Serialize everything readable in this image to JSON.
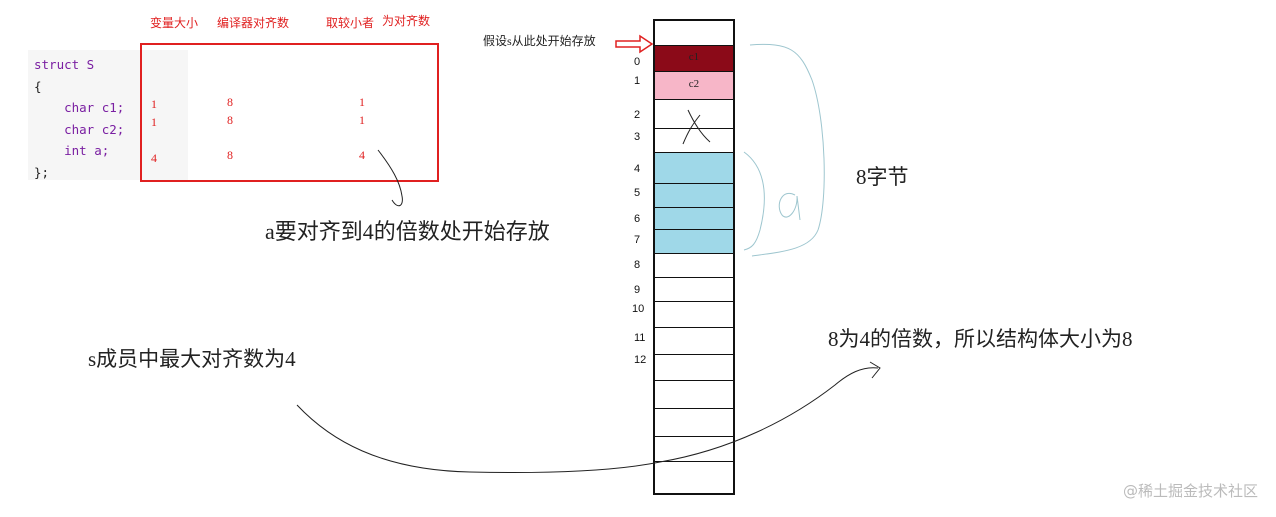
{
  "code": {
    "lines": [
      "struct S",
      "{",
      "    char c1;",
      "    char c2;",
      "    int a;",
      "};"
    ]
  },
  "table": {
    "headers": [
      "变量大小",
      "编译器对齐数",
      "取较小者",
      "为对齐数"
    ],
    "rows": [
      {
        "size": "1",
        "compiler": "8",
        "min": "1"
      },
      {
        "size": "1",
        "compiler": "8",
        "min": "1"
      },
      {
        "size": "4",
        "compiler": "8",
        "min": "4"
      }
    ]
  },
  "notes": {
    "start_hint": "假设s从此处开始存放",
    "align_note": "a要对齐到4的倍数处开始存放",
    "max_align_note": "s成员中最大对齐数为4",
    "size_note": "8为4的倍数，所以结构体大小为8",
    "bytes_label": "8字节",
    "a_label": "a"
  },
  "memory": {
    "indices": [
      "0",
      "1",
      "2",
      "3",
      "4",
      "5",
      "6",
      "7",
      "8",
      "9",
      "10",
      "11",
      "12"
    ],
    "c1_label": "c1",
    "c2_label": "c2"
  },
  "colors": {
    "c1_fill": "#8b0a18",
    "c2_fill": "#f7b6c8",
    "a_fill": "#9fd8e8",
    "table_border": "#e02020"
  },
  "watermark": "@稀土掘金技术社区"
}
